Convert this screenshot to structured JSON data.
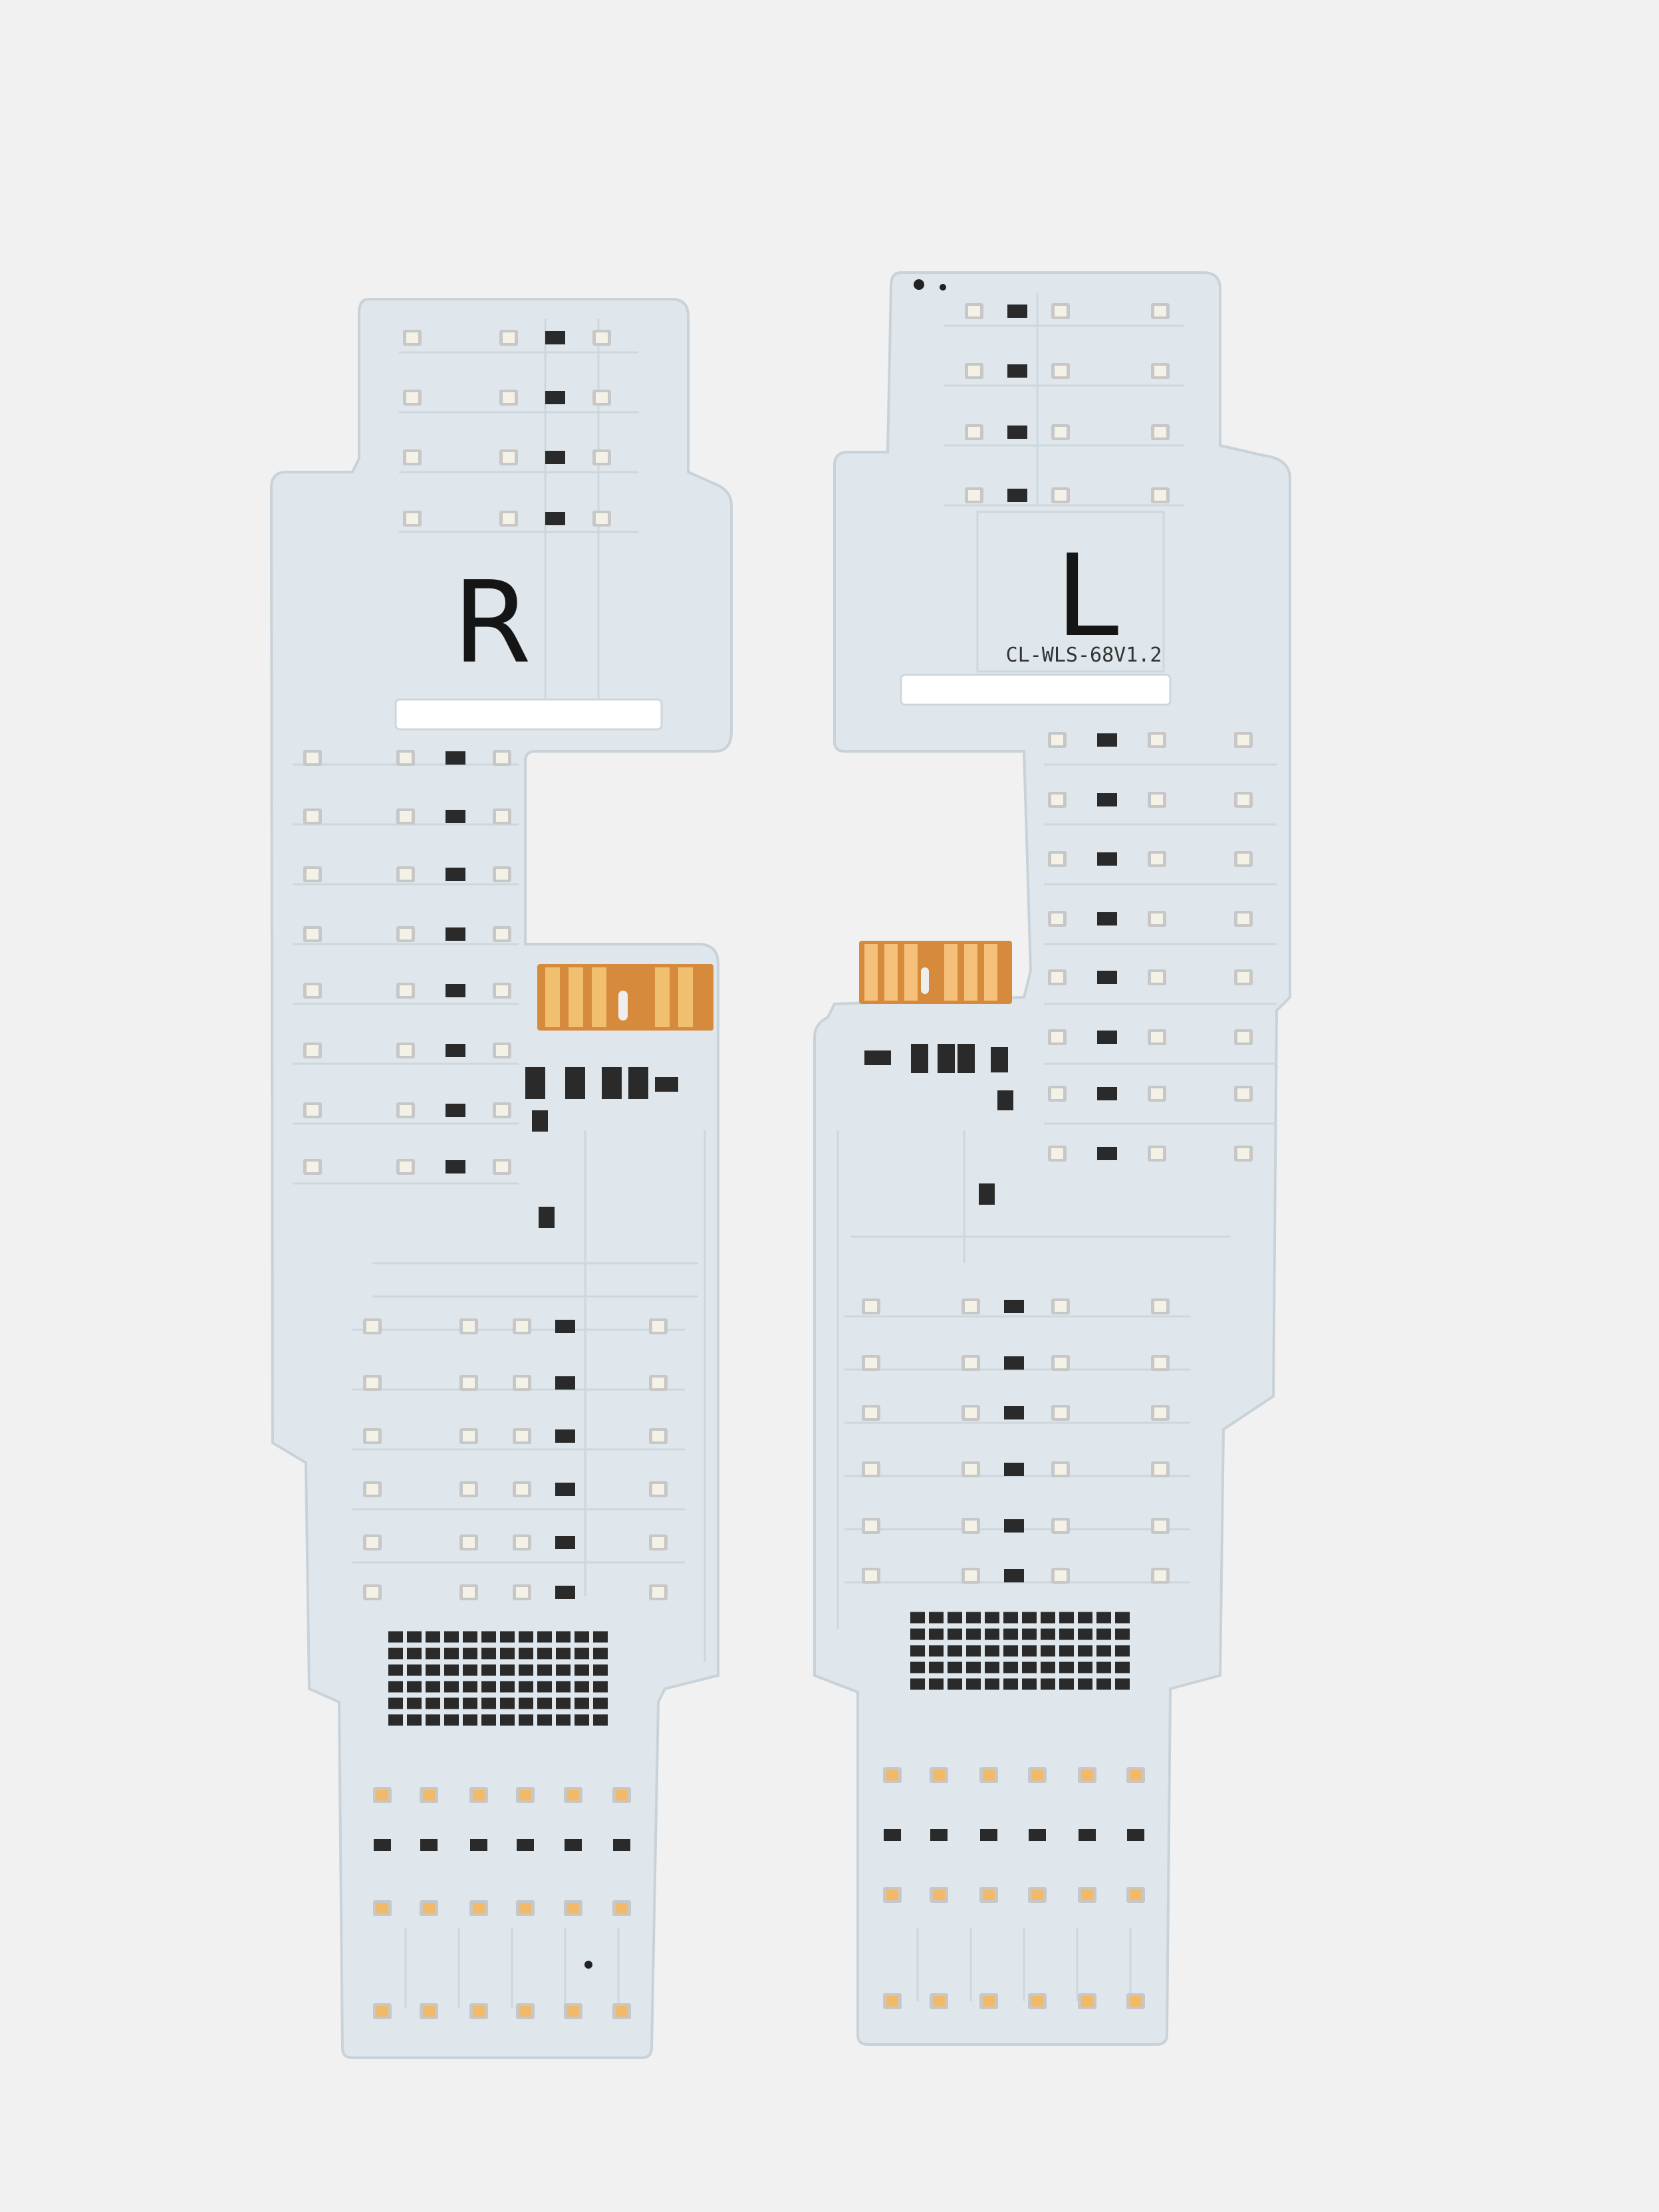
{
  "boards": [
    {
      "id": "right",
      "letter": "R",
      "part_number": ""
    },
    {
      "id": "left",
      "letter": "L",
      "part_number": "CL-WLS-68V1.2"
    }
  ],
  "colors": {
    "background": "#f1f1f1",
    "pcb": "#dfe7ec",
    "led_white": "#f4f1e6",
    "led_warm": "#f2b968",
    "led_frame": "#c7c7c7",
    "component_dark": "#2a2a2a",
    "flex_connector": "#d68a3c",
    "gold_pads": "#e8a95a"
  }
}
